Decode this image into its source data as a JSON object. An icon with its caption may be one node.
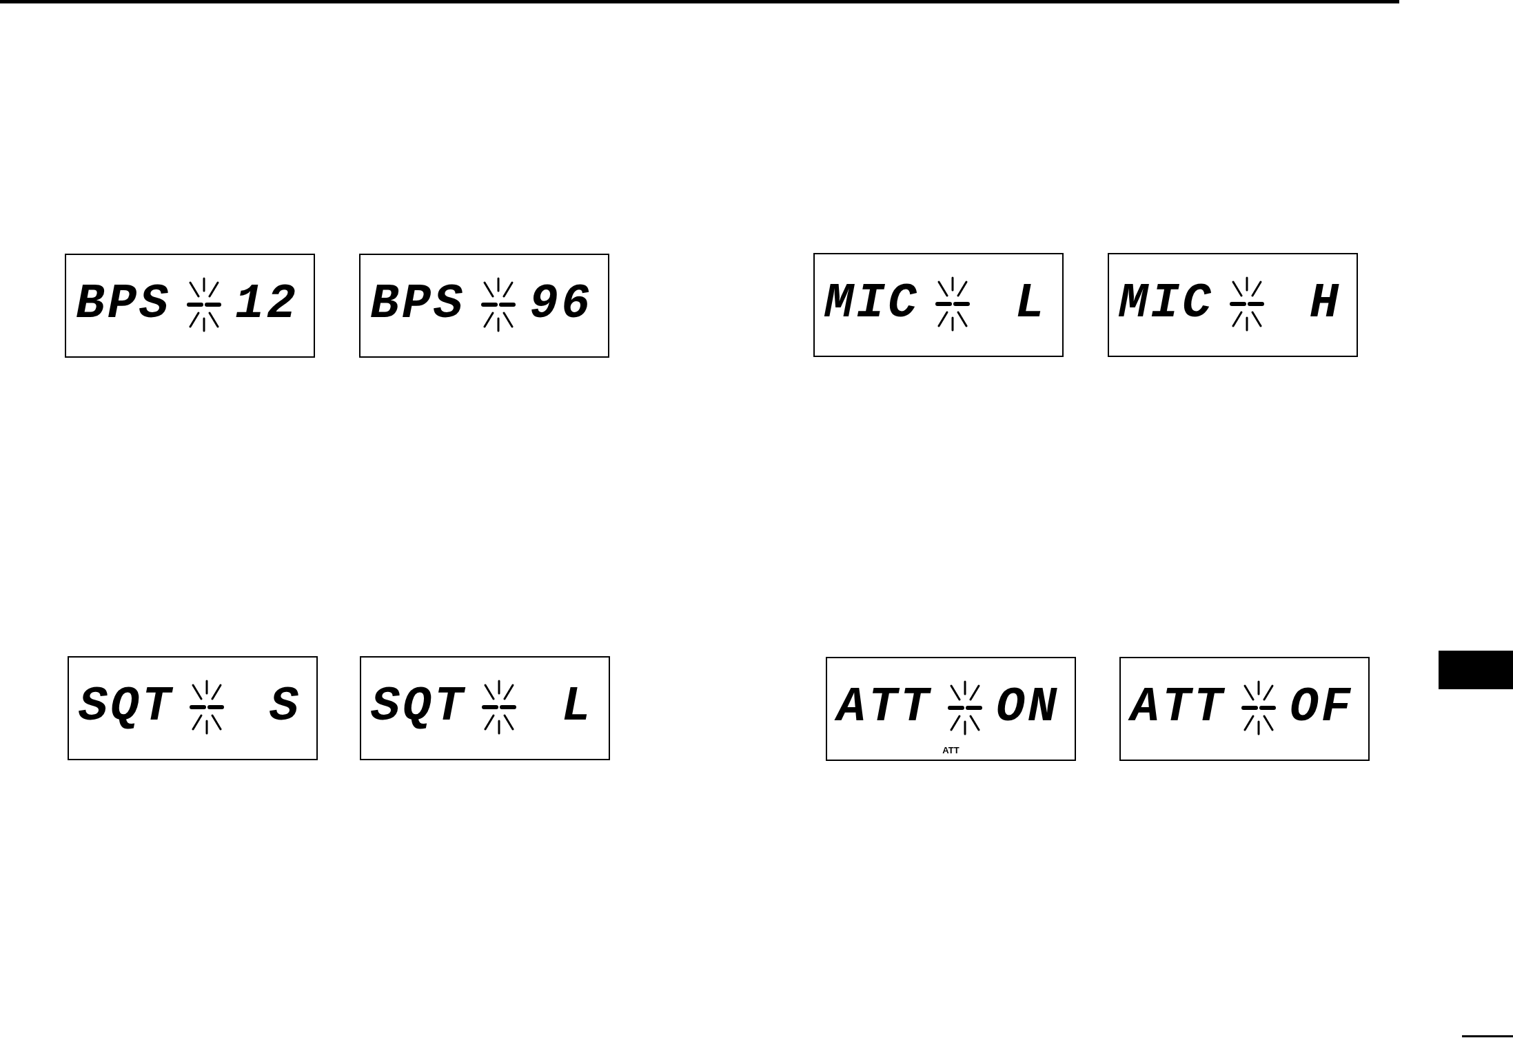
{
  "diagram": {
    "nodes": [
      {
        "text": [
          "BPS",
          "12"
        ]
      },
      {
        "text": [
          "BPS",
          "96"
        ]
      },
      {
        "text": [
          "MIC",
          "L"
        ]
      },
      {
        "text": [
          "MIC",
          "H"
        ]
      },
      {
        "text": [
          "SQT",
          "S"
        ]
      },
      {
        "text": [
          "SQT",
          "L"
        ]
      },
      {
        "text": [
          "ATT",
          "ON",
          "ATT"
        ]
      },
      {
        "text": [
          "ATT",
          "OF"
        ]
      }
    ]
  }
}
